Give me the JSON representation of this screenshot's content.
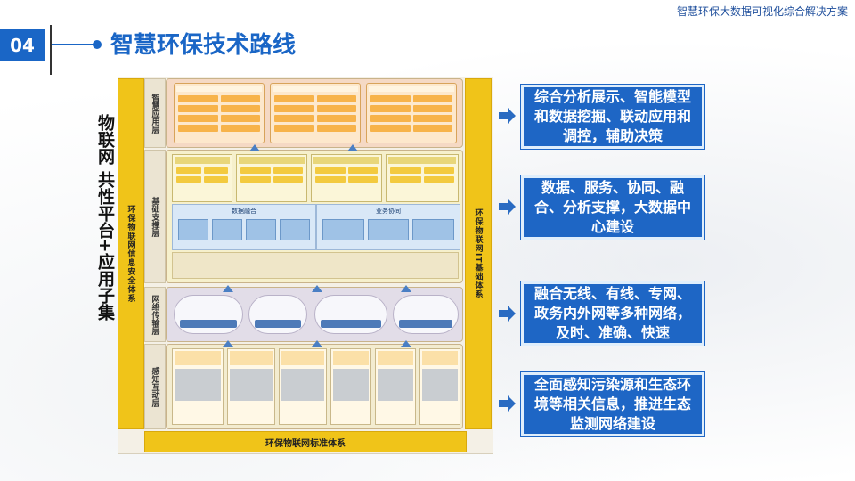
{
  "header": {
    "top_right_title": "智慧环保大数据可视化综合解决方案",
    "section_number": "04",
    "page_title": "智慧环保技术路线"
  },
  "side_title": "物联网 共性平台+应用子集",
  "diagram": {
    "left_bar": "环保物联网信息安全体系",
    "right_bar": "环保物联网IT基础体系",
    "bottom_bar": "环保物联网标准体系",
    "layers": [
      {
        "label": "智慧应用层"
      },
      {
        "label": "基础支撑层"
      },
      {
        "label": "网络传输层"
      },
      {
        "label": "感知互动层"
      }
    ],
    "data_fusion": "数据融合",
    "business_collab": "业务协同"
  },
  "panels": [
    "综合分析展示、智能模型和数据挖掘、联动应用和调控，辅助决策",
    "数据、服务、协同、融合、分析支撑，大数据中心建设",
    "融合无线、有线、专网、政务内外网等多种网络，及时、准确、快速",
    "全面感知污染源和生态环境等相关信息，推进生态监测网络建设"
  ],
  "colors": {
    "brand_blue": "#1e66c5",
    "bar_yellow": "#f0c419"
  }
}
